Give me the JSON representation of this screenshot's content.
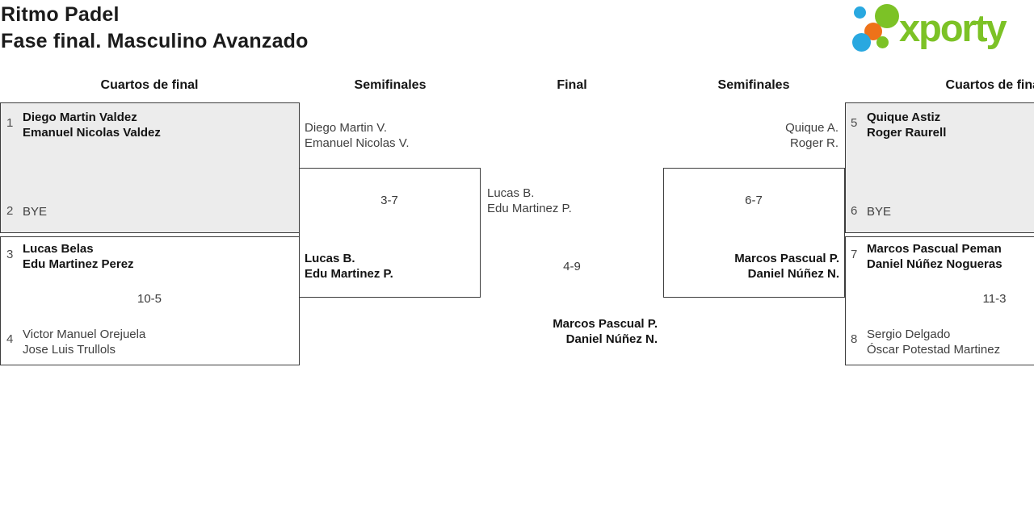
{
  "page": {
    "title_line1": "Ritmo Padel",
    "title_line2": "Fase final. Masculino Avanzado"
  },
  "logo": {
    "brand": "xporty",
    "colors": {
      "green": "#7cc226",
      "blue": "#29a8e0",
      "orange": "#ee7219"
    }
  },
  "round_headers": {
    "qf_left": "Cuartos de final",
    "sf_left": "Semifinales",
    "final": "Final",
    "sf_right": "Semifinales",
    "qf_right": "Cuartos de final"
  },
  "bracket": {
    "qf_left_1": {
      "seed_top": "1",
      "team_top": {
        "p1": "Diego Martin Valdez",
        "p2": "Emanuel Nicolas Valdez"
      },
      "seed_bottom": "2",
      "team_bottom": {
        "p1": "BYE"
      }
    },
    "qf_left_2": {
      "seed_top": "3",
      "team_top": {
        "p1": "Lucas Belas",
        "p2": "Edu Martinez Perez"
      },
      "score": "10-5",
      "seed_bottom": "4",
      "team_bottom": {
        "p1": "Victor Manuel Orejuela",
        "p2": "Jose Luis Trullols"
      }
    },
    "sf_left": {
      "team_top": {
        "p1": "Diego Martin V.",
        "p2": "Emanuel Nicolas V."
      },
      "score": "3-7",
      "team_bottom": {
        "p1": "Lucas B.",
        "p2": "Edu Martinez P."
      }
    },
    "final": {
      "team_top": {
        "p1": "Lucas B.",
        "p2": "Edu Martinez P."
      },
      "score": "4-9",
      "team_bottom": {
        "p1": "Marcos Pascual P.",
        "p2": "Daniel Núñez N."
      }
    },
    "sf_right": {
      "team_top": {
        "p1": "Quique A.",
        "p2": "Roger R."
      },
      "score": "6-7",
      "team_bottom": {
        "p1": "Marcos Pascual P.",
        "p2": "Daniel Núñez N."
      }
    },
    "qf_right_1": {
      "seed_top": "5",
      "team_top": {
        "p1": "Quique Astiz",
        "p2": "Roger Raurell"
      },
      "seed_bottom": "6",
      "team_bottom": {
        "p1": "BYE"
      }
    },
    "qf_right_2": {
      "seed_top": "7",
      "team_top": {
        "p1": "Marcos Pascual Peman",
        "p2": "Daniel Núñez Nogueras"
      },
      "score": "11-3",
      "seed_bottom": "8",
      "team_bottom": {
        "p1": "Sergio Delgado",
        "p2": "Óscar Potestad Martinez"
      }
    }
  },
  "ui_colors": {
    "bye_box_fill": "#ececec",
    "box_border": "#3c3c3c",
    "text_primary": "#131313",
    "text_secondary": "#3f3f3f"
  }
}
